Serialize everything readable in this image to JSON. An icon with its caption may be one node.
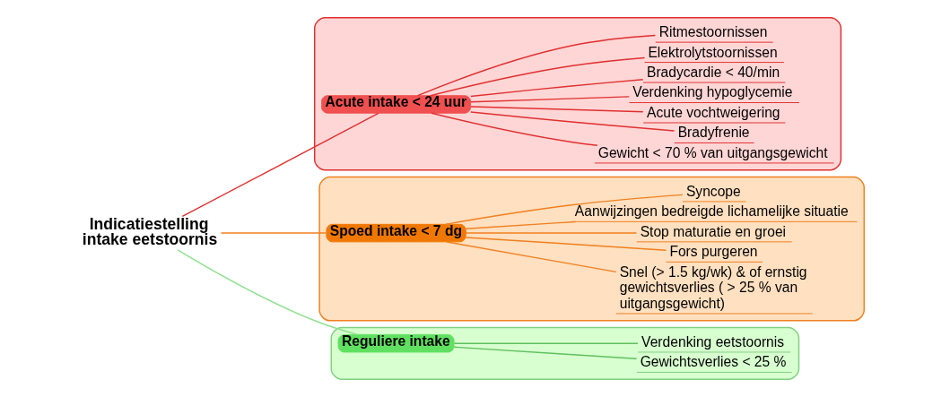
{
  "diagram": {
    "nodes": [
      {
        "text": [
          "Indicatiestelling intake eetstoornis"
        ]
      },
      {
        "text": [],
        "shape": "box"
      },
      {
        "text": [
          "Acute intake < 24 uur"
        ],
        "in": 1
      },
      {
        "text": [
          "Gewicht < 70 % van uitgangsgewicht"
        ],
        "in": 1
      },
      {
        "text": [
          "Bradyfrenie"
        ],
        "in": 1
      },
      {
        "text": [
          "Acute vochtweigering"
        ],
        "in": 1
      },
      {
        "text": [
          "Verdenking hypoglycemie"
        ],
        "in": 1
      },
      {
        "text": [
          "Bradycardie < 40/min"
        ],
        "in": 1
      },
      {
        "text": [
          "Elektrolytstoornissen"
        ],
        "in": 1
      },
      {
        "text": [
          "Ritmestoornissen"
        ],
        "in": 1
      },
      {
        "text": [],
        "shape": "box"
      },
      {
        "text": [
          "Spoed intake < 7 dg"
        ],
        "in": 10
      },
      {
        "text": [
          "Snel (> 1.5 kg/wk) & of ernstig gewichtsverlies ( > 25 % van uitgangsgewicht)"
        ],
        "in": 10
      },
      {
        "text": [
          "Fors purgeren"
        ],
        "in": 10
      },
      {
        "text": [
          "Stop maturatie en groei"
        ],
        "in": 10
      },
      {
        "text": [
          "Aanwijzingen bedreigde lichamelijke situatie"
        ],
        "in": 10
      },
      {
        "text": [
          "Syncope"
        ],
        "in": 10
      },
      {
        "text": [],
        "shape": "box"
      },
      {
        "text": [
          "Reguliere intake"
        ],
        "in": 17
      },
      {
        "text": [
          "Gewichtsverlies < 25 %"
        ],
        "in": 17
      },
      {
        "text": [
          "Verdenking eetstoornis"
        ],
        "in": 17
      }
    ],
    "edges": [
      {
        "from": 0,
        "to": 2,
        "arrow": "none",
        "color": "#e03030"
      },
      {
        "from": 2,
        "to": 3,
        "arrow": "none",
        "color": "#e03030"
      },
      {
        "from": 2,
        "to": 4,
        "arrow": "none",
        "color": "#e03030"
      },
      {
        "from": 2,
        "to": 5,
        "arrow": "none",
        "color": "#e03030"
      },
      {
        "from": 2,
        "to": 6,
        "arrow": "none",
        "color": "#e03030"
      },
      {
        "from": 2,
        "to": 7,
        "arrow": "none",
        "color": "#e03030"
      },
      {
        "from": 2,
        "to": 8,
        "arrow": "none",
        "color": "#e03030"
      },
      {
        "from": 2,
        "to": 9,
        "arrow": "none",
        "color": "#e03030"
      },
      {
        "from": 0,
        "to": 11,
        "arrow": "none",
        "color": "#f08020"
      },
      {
        "from": 11,
        "to": 12,
        "arrow": "none",
        "color": "#f08020"
      },
      {
        "from": 11,
        "to": 13,
        "arrow": "none",
        "color": "#f08020"
      },
      {
        "from": 11,
        "to": 14,
        "arrow": "none",
        "color": "#f08020"
      },
      {
        "from": 11,
        "to": 15,
        "arrow": "none",
        "color": "#f08020"
      },
      {
        "from": 11,
        "to": 16,
        "arrow": "none",
        "color": "#f08020"
      },
      {
        "from": 0,
        "to": 18,
        "arrow": "none",
        "color": "#90e090"
      },
      {
        "from": 18,
        "to": 19,
        "arrow": "none",
        "color": "#60c060"
      },
      {
        "from": 18,
        "to": 20,
        "arrow": "none",
        "color": "#60c060"
      }
    ]
  }
}
